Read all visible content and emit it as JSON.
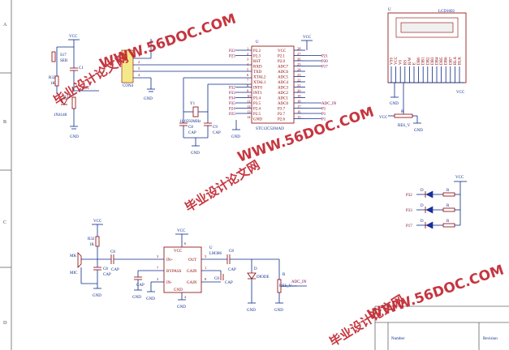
{
  "frame": {
    "rows": [
      "A",
      "B",
      "C",
      "D"
    ],
    "title_block": {
      "number": "Number",
      "revision": "Revision"
    }
  },
  "power": {
    "vcc": "VCC",
    "gnd": "GND"
  },
  "reset": {
    "switch": "S17",
    "switch_value": "SER",
    "r": "R32",
    "r_value": "1K",
    "r2": "R31",
    "c": "C1",
    "net": "RST",
    "diode": "1N4148"
  },
  "connector": {
    "ref": "CON4",
    "pins": [
      "1",
      "2",
      "3",
      "4"
    ]
  },
  "mcu": {
    "ref": "U",
    "part": "STC12C5204AD",
    "left_pins": [
      {
        "num": "1",
        "name": "P2.2"
      },
      {
        "num": "2",
        "name": "P2.3"
      },
      {
        "num": "3",
        "name": "RST"
      },
      {
        "num": "4",
        "name": "RXD"
      },
      {
        "num": "5",
        "name": "TXD"
      },
      {
        "num": "6",
        "name": "XTAL2"
      },
      {
        "num": "7",
        "name": "XTAL1"
      },
      {
        "num": "8",
        "name": "INT0"
      },
      {
        "num": "9",
        "name": "INT1"
      },
      {
        "num": "10",
        "name": "P3.4"
      },
      {
        "num": "11",
        "name": "P3.5"
      },
      {
        "num": "12",
        "name": "P2.4"
      },
      {
        "num": "13",
        "name": "P2.5"
      },
      {
        "num": "14",
        "name": "GND"
      }
    ],
    "right_pins": [
      {
        "num": "28",
        "name": "VCC"
      },
      {
        "num": "27",
        "name": "P2.1"
      },
      {
        "num": "26",
        "name": "P2.0"
      },
      {
        "num": "25",
        "name": "ADC7"
      },
      {
        "num": "24",
        "name": "ADC6"
      },
      {
        "num": "23",
        "name": "ADC5"
      },
      {
        "num": "22",
        "name": "ADC4"
      },
      {
        "num": "21",
        "name": "ADC3"
      },
      {
        "num": "20",
        "name": "ADC2"
      },
      {
        "num": "19",
        "name": "ADC1"
      },
      {
        "num": "18",
        "name": "ADC0"
      },
      {
        "num": "17",
        "name": "P3.7"
      },
      {
        "num": "16",
        "name": "P2.7"
      },
      {
        "num": "15",
        "name": "P2.6"
      }
    ],
    "left_nets": [
      "P22",
      "P23",
      "",
      "",
      "",
      "",
      "",
      "P32",
      "P33",
      "P34",
      "P35",
      "P24",
      "P25",
      ""
    ],
    "right_nets": [
      "",
      "P21",
      "P20",
      "P17",
      "",
      "",
      "",
      "",
      "",
      "",
      "ADC_IN",
      "P1",
      "P1",
      "P1"
    ]
  },
  "crystal": {
    "ref": "Y1",
    "freq": "11.0592MHz",
    "c1": "C8",
    "c2": "C9",
    "cap": "CAP"
  },
  "lcd": {
    "ref": "U",
    "part": "LCD1602",
    "pins": [
      "VSS",
      "VCC",
      "V0",
      "RS",
      "R/W",
      "E",
      "DB0",
      "DB1",
      "DB2",
      "DB3",
      "DB4",
      "DB5",
      "DB6",
      "DB7",
      "BLA",
      "BLK"
    ],
    "pot": "R",
    "pot_value": "RES_V"
  },
  "leds": [
    {
      "net": "P32",
      "d": "D",
      "r": "R"
    },
    {
      "net": "P33",
      "d": "D",
      "r": "R"
    },
    {
      "net": "P17",
      "d": "D",
      "r": "R"
    }
  ],
  "mic": {
    "r": "R32",
    "r_value": "1K",
    "mk": "MK",
    "mic": "MIC",
    "c1": "C8",
    "c2": "C8",
    "cap": "CAP"
  },
  "amp": {
    "ref": "U",
    "part": "LM386",
    "pins": [
      {
        "num": "3",
        "name": "IN+"
      },
      {
        "num": "7",
        "name": "BYPASS"
      },
      {
        "num": "2",
        "name": "IN-"
      },
      {
        "num": "5",
        "name": "OUT"
      },
      {
        "num": "1",
        "name": "GAIN"
      },
      {
        "num": "8",
        "name": "GAIN"
      },
      {
        "num": "6",
        "name": "VCC"
      },
      {
        "num": "4",
        "name": "GND"
      }
    ],
    "c_out": "C8",
    "c_gain": "C8",
    "cap": "CAP",
    "diode": "D",
    "diode_value": "DIODE",
    "r": "R",
    "r_value": "RES_V",
    "net_out": "ADC_IN"
  },
  "watermark": {
    "site": "WWW.56DOC.COM",
    "cn": "毕业设计论文网"
  }
}
